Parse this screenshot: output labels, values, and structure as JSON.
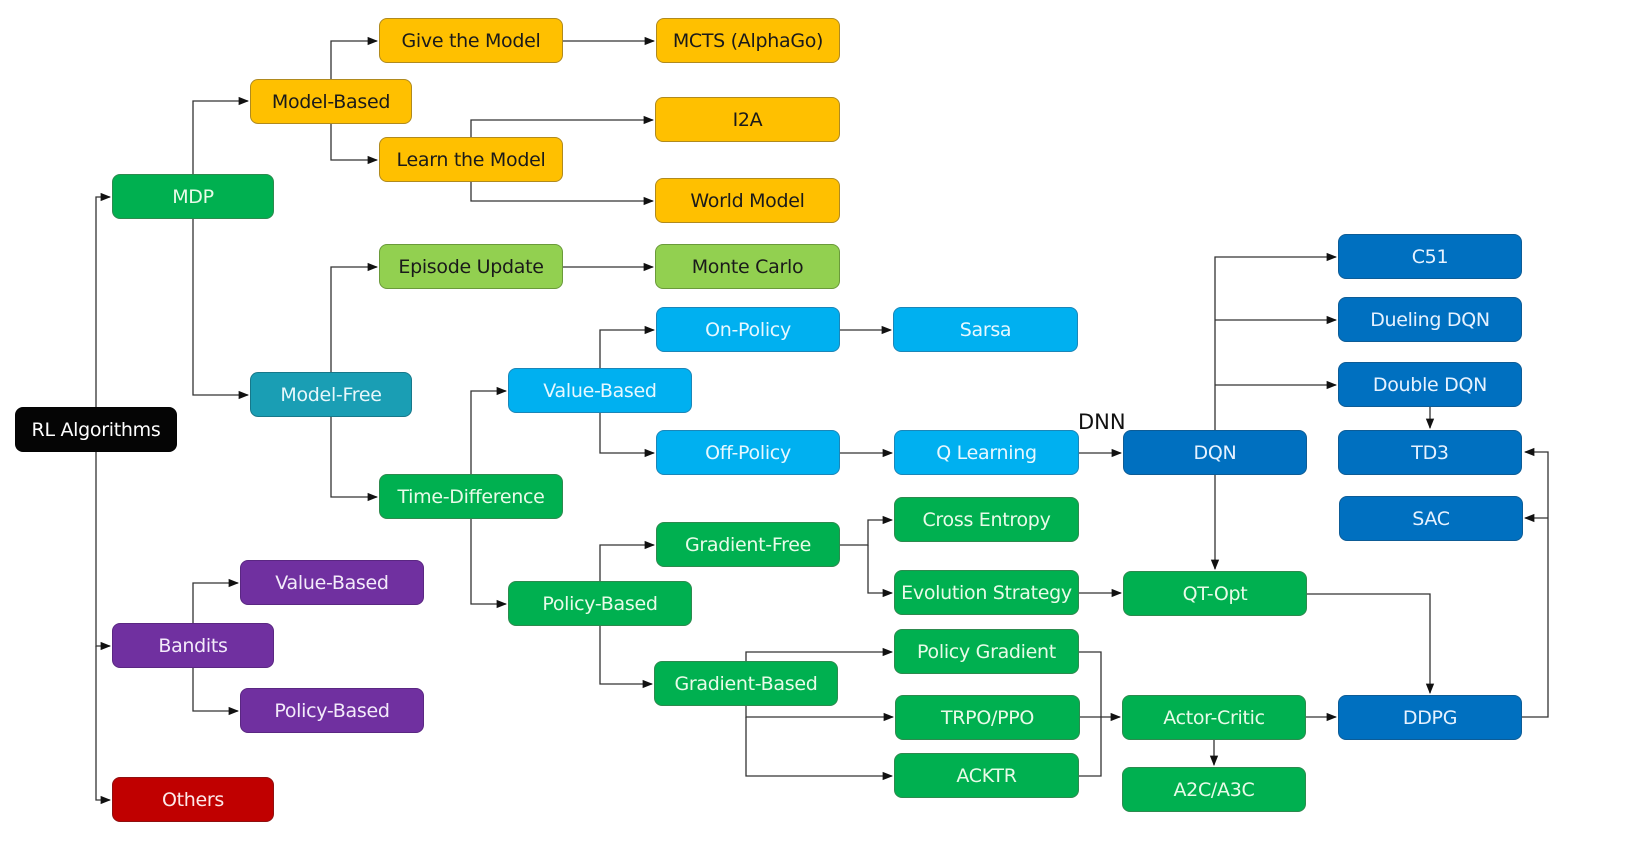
{
  "diagram": {
    "root": "RL Algorithms",
    "nodes": {
      "rl_algorithms": "RL Algorithms",
      "mdp": "MDP",
      "bandits": "Bandits",
      "others": "Others",
      "model_based": "Model-Based",
      "model_free": "Model-Free",
      "bandit_value_based": "Value-Based",
      "bandit_policy_based": "Policy-Based",
      "give_the_model": "Give the Model",
      "learn_the_model": "Learn the Model",
      "episode_update": "Episode Update",
      "time_difference": "Time-Difference",
      "mcts": "MCTS (AlphaGo)",
      "i2a": "I2A",
      "world_model": "World Model",
      "monte_carlo": "Monte Carlo",
      "td_value_based": "Value-Based",
      "td_policy_based": "Policy-Based",
      "on_policy": "On-Policy",
      "off_policy": "Off-Policy",
      "sarsa": "Sarsa",
      "q_learning": "Q Learning",
      "dqn": "DQN",
      "gradient_free": "Gradient-Free",
      "gradient_based": "Gradient-Based",
      "cross_entropy": "Cross Entropy",
      "evolution_strategy": "Evolution Strategy",
      "policy_gradient": "Policy Gradient",
      "trpo_ppo": "TRPO/PPO",
      "acktr": "ACKTR",
      "qt_opt": "QT-Opt",
      "actor_critic": "Actor-Critic",
      "a2c_a3c": "A2C/A3C",
      "ddpg": "DDPG",
      "c51": "C51",
      "dueling_dqn": "Dueling DQN",
      "double_dqn": "Double DQN",
      "td3": "TD3",
      "sac": "SAC"
    },
    "edge_labels": {
      "dnn": "DNN"
    },
    "edges": [
      [
        "rl_algorithms",
        "mdp"
      ],
      [
        "rl_algorithms",
        "bandits"
      ],
      [
        "rl_algorithms",
        "others"
      ],
      [
        "mdp",
        "model_based"
      ],
      [
        "mdp",
        "model_free"
      ],
      [
        "model_based",
        "give_the_model"
      ],
      [
        "model_based",
        "learn_the_model"
      ],
      [
        "give_the_model",
        "mcts"
      ],
      [
        "learn_the_model",
        "i2a"
      ],
      [
        "learn_the_model",
        "world_model"
      ],
      [
        "model_free",
        "episode_update"
      ],
      [
        "model_free",
        "time_difference"
      ],
      [
        "episode_update",
        "monte_carlo"
      ],
      [
        "time_difference",
        "td_value_based"
      ],
      [
        "time_difference",
        "td_policy_based"
      ],
      [
        "td_value_based",
        "on_policy"
      ],
      [
        "td_value_based",
        "off_policy"
      ],
      [
        "on_policy",
        "sarsa"
      ],
      [
        "off_policy",
        "q_learning"
      ],
      [
        "q_learning",
        "dqn"
      ],
      [
        "dqn",
        "c51"
      ],
      [
        "dqn",
        "dueling_dqn"
      ],
      [
        "dqn",
        "double_dqn"
      ],
      [
        "dqn",
        "qt_opt"
      ],
      [
        "double_dqn",
        "td3"
      ],
      [
        "td_policy_based",
        "gradient_free"
      ],
      [
        "td_policy_based",
        "gradient_based"
      ],
      [
        "gradient_free",
        "cross_entropy"
      ],
      [
        "gradient_free",
        "evolution_strategy"
      ],
      [
        "evolution_strategy",
        "qt_opt"
      ],
      [
        "qt_opt",
        "ddpg"
      ],
      [
        "gradient_based",
        "policy_gradient"
      ],
      [
        "gradient_based",
        "trpo_ppo"
      ],
      [
        "gradient_based",
        "acktr"
      ],
      [
        "policy_gradient",
        "actor_critic"
      ],
      [
        "trpo_ppo",
        "actor_critic"
      ],
      [
        "acktr",
        "actor_critic"
      ],
      [
        "actor_critic",
        "a2c_a3c"
      ],
      [
        "actor_critic",
        "ddpg"
      ],
      [
        "ddpg",
        "td3"
      ],
      [
        "ddpg",
        "sac"
      ],
      [
        "bandits",
        "bandit_value_based"
      ],
      [
        "bandits",
        "bandit_policy_based"
      ]
    ],
    "colors": {
      "black": "#050505",
      "green": "#00B050",
      "light_green": "#92D050",
      "orange": "#FFC000",
      "teal": "#1A9EB4",
      "sky": "#00B0F0",
      "blue": "#0070C0",
      "purple": "#7030A0",
      "red": "#C00000"
    }
  }
}
